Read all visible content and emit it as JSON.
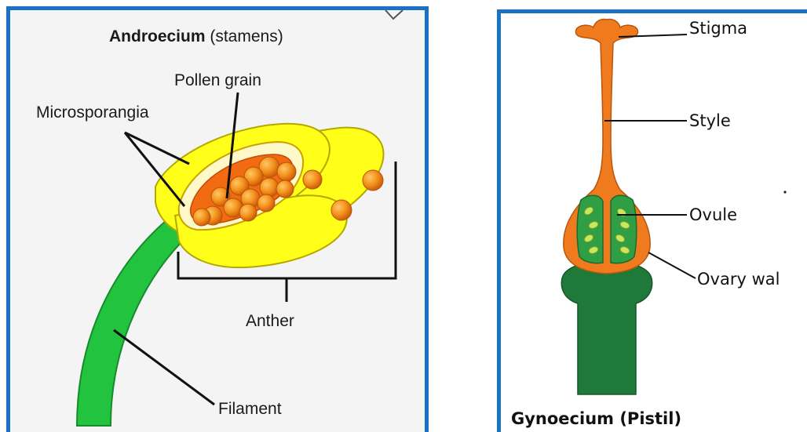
{
  "androecium": {
    "title_bold": "Androecium",
    "title_rest": " (stamens)",
    "labels": {
      "pollen_grain": "Pollen grain",
      "microsporangia": "Microsporangia",
      "anther": "Anther",
      "filament": "Filament"
    }
  },
  "gynoecium": {
    "title": "Gynoecium (Pistil)",
    "labels": {
      "stigma": "Stigma",
      "style": "Style",
      "ovule": "Ovule",
      "ovary_wall": "Ovary wal"
    }
  },
  "colors": {
    "frame": "#1b72c4",
    "filament": "#22c43f",
    "anther": "#ffff1a",
    "pollen": "#f39a1c",
    "pistil": "#f07a1e",
    "stalk": "#1f7a3a",
    "ovule": "#3fb34a"
  }
}
